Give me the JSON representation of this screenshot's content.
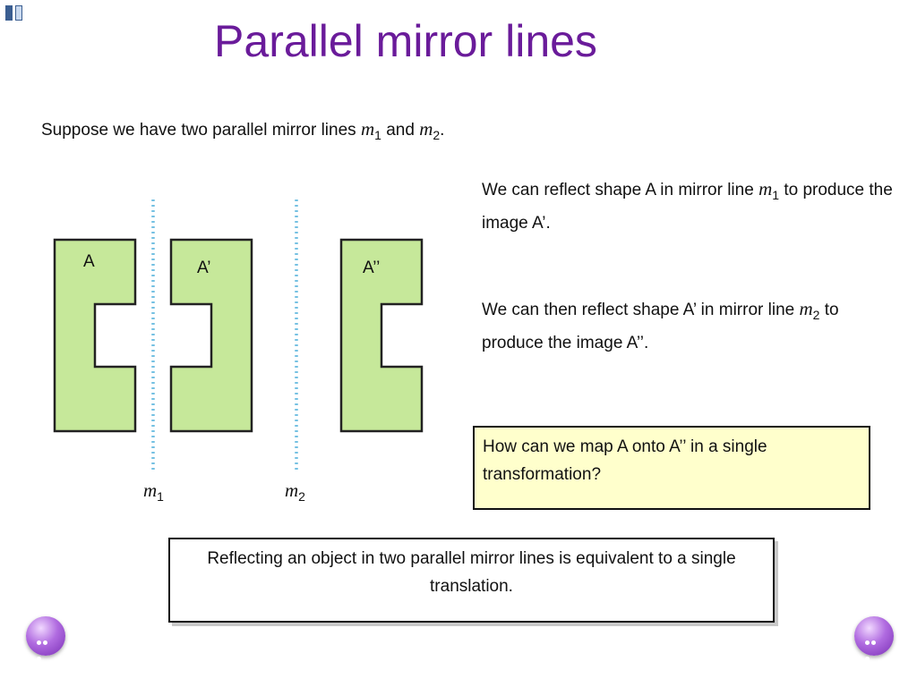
{
  "slide": {
    "title": "Parallel mirror lines",
    "intro": {
      "text": "Suppose we have two parallel mirror lines",
      "joiner": "and",
      "end": "."
    },
    "mirror_labels": [
      {
        "letter": "m",
        "sub": "1"
      },
      {
        "letter": "m",
        "sub": "2"
      }
    ],
    "shape_labels": [
      "A",
      "A’",
      "A’’"
    ],
    "info1": {
      "pre": "We can reflect shape A in mirror line",
      "post": "to produce the image A’."
    },
    "info2": {
      "pre": "We can then reflect shape A’ in mirror line",
      "post": "to produce the image A’’."
    },
    "question": "How can we map A onto A’’ in a single transformation?",
    "conclusion": "Reflecting an object in two parallel mirror lines is equivalent to a single translation."
  },
  "colors": {
    "title": "#6a1b9a",
    "shape_fill": "#c6e89a",
    "mirror_line": "#74c0e2",
    "question_bg": "#ffffcc"
  },
  "icons": {
    "top_left": "pause-icon",
    "prev": "previous-slide-icon",
    "next": "next-slide-icon"
  }
}
